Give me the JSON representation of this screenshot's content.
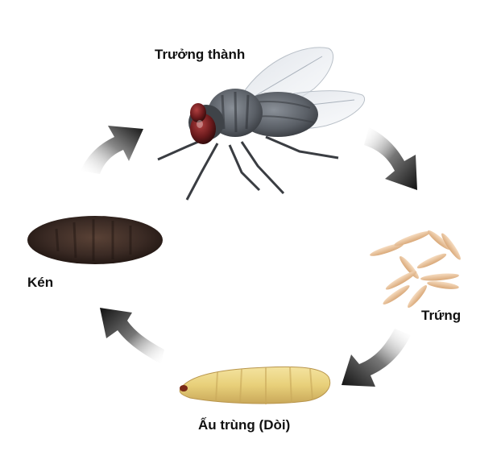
{
  "stages": {
    "adult": "Trưởng thành",
    "egg": "Trứng",
    "larva": "Ấu trùng (Dòi)",
    "pupa": "Kén"
  },
  "colors": {
    "arrow_dark": "#111111",
    "arrow_light": "#ffffff",
    "larva": "#e8d07a",
    "pupa": "#3a2a24",
    "egg": "#e8c7a0",
    "fly_body": "#5a5f66",
    "fly_eye": "#6b1a1c"
  }
}
